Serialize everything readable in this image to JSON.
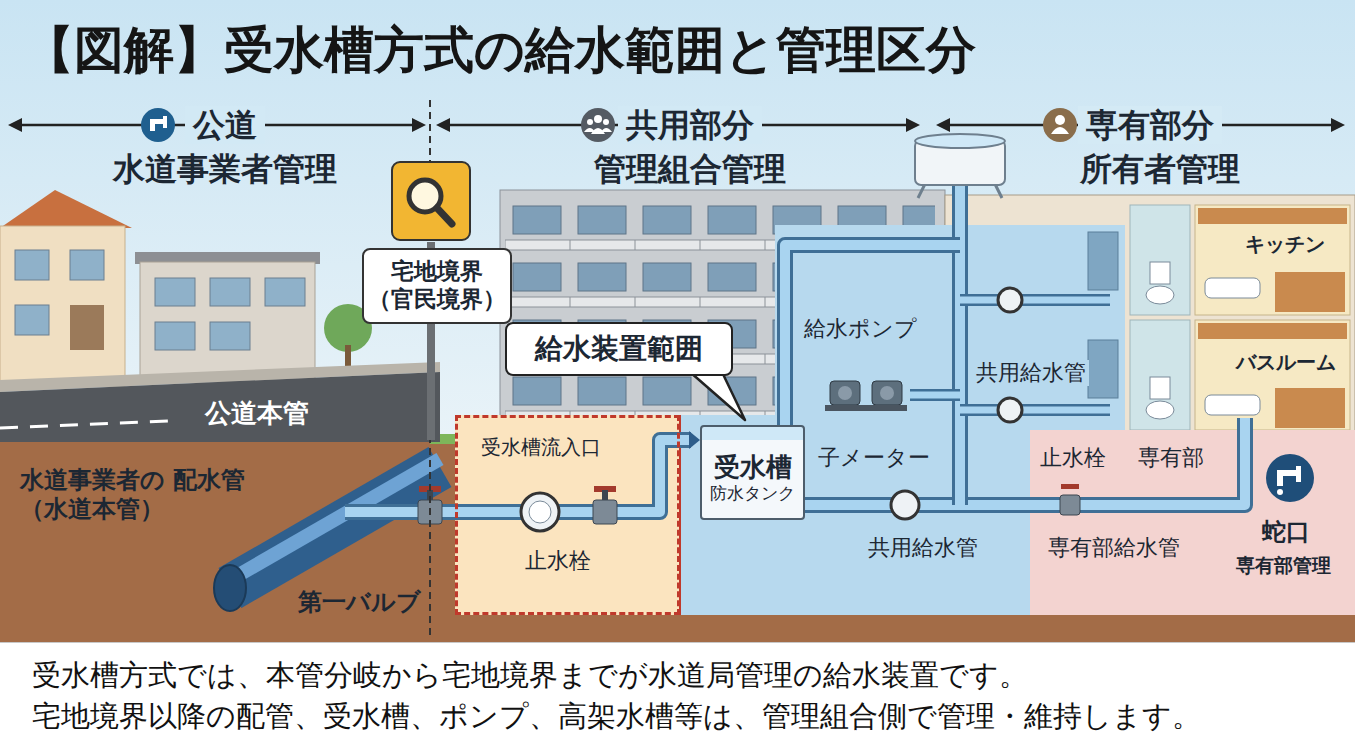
{
  "diagram": {
    "title": "【図解】受水槽方式の給水範囲と管理区分",
    "caption": "受水槽方式では、本管分岐から宅地境界までが水道局管理の給水装置です。 宅地境界以降の配管、受水槽、ポンプ、高架水槽等は、管理組合側で管理・維持します。",
    "nodes": [
      {
        "text": [
          "宅地境界 （官民境界）"
        ]
      },
      {
        "text": [
          "給水装置範囲"
        ]
      },
      {
        "text": [
          "受水槽流入口",
          "止水栓"
        ]
      },
      {
        "text": [
          "給水ポンプ",
          "共用給水管",
          "子メーター",
          "共用給水管"
        ]
      },
      {
        "text": [
          "受水槽",
          "防水タンク"
        ],
        "in": 3
      },
      {
        "text": [
          "止水栓",
          "専有部",
          "専有部給水管"
        ]
      }
    ],
    "edges": [
      {
        "from": 2,
        "to": 4,
        "arrow": "to"
      }
    ],
    "labels": [
      "公道",
      "水道事業者管理",
      "共用部分",
      "管理組合管理",
      "専有部分",
      "所有者管理",
      "キッチン",
      "バスルーム",
      "公道本管",
      "水道事業者の 配水管（水道本管）",
      "第一バルブ",
      "蛇口",
      "専有部管理"
    ]
  }
}
